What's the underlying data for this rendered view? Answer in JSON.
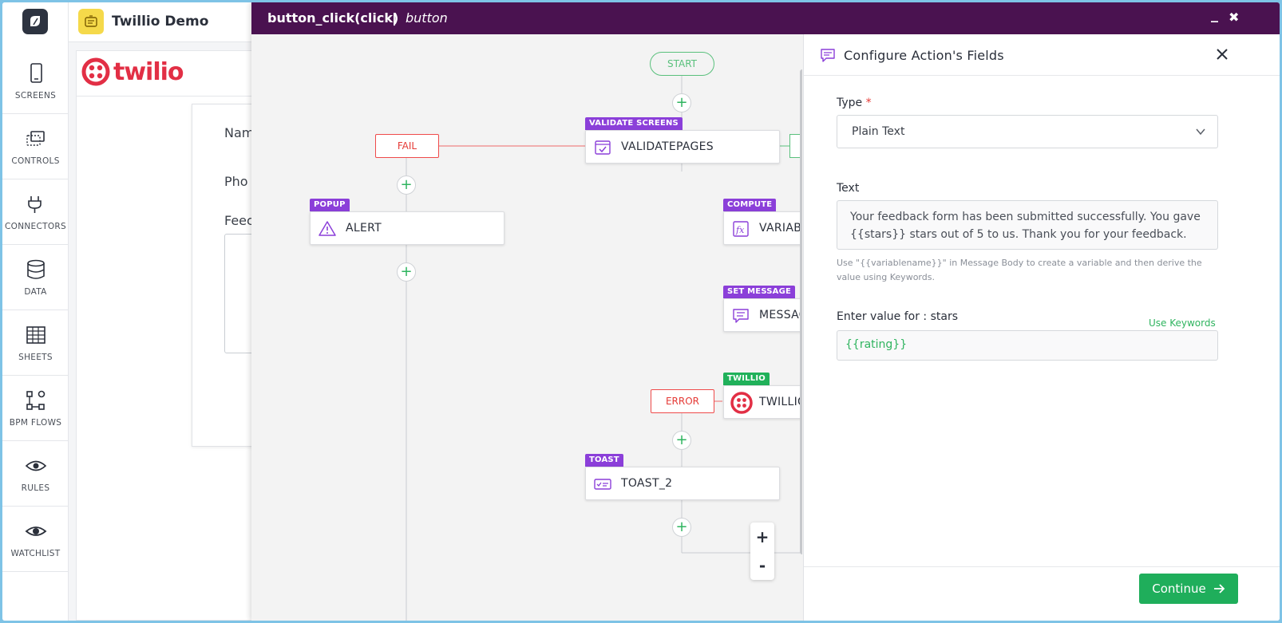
{
  "app": {
    "title": "Twillio Demo"
  },
  "rail": {
    "items": [
      {
        "label": "SCREENS",
        "icon": "phone-icon"
      },
      {
        "label": "CONTROLS",
        "icon": "controls-icon"
      },
      {
        "label": "CONNECTORS",
        "icon": "plug-icon"
      },
      {
        "label": "DATA",
        "icon": "database-icon"
      },
      {
        "label": "SHEETS",
        "icon": "table-icon"
      },
      {
        "label": "BPM FLOWS",
        "icon": "flow-icon"
      },
      {
        "label": "RULES",
        "icon": "eye-icon"
      },
      {
        "label": "WATCHLIST",
        "icon": "eye-icon"
      }
    ]
  },
  "design": {
    "logo_text": "twilio",
    "labels": [
      "Nam",
      "Pho",
      "Feec"
    ]
  },
  "modal": {
    "title": "button_click(click)",
    "separator": "|",
    "subtitle": "button",
    "minimize": "_",
    "close": "✖"
  },
  "flow": {
    "start": "START",
    "fail": "FAIL",
    "error": "ERROR",
    "nodes": {
      "validate": {
        "tag": "VALIDATE SCREENS",
        "label": "VALIDATEPAGES"
      },
      "alert": {
        "tag": "POPUP",
        "label": "ALERT"
      },
      "compute": {
        "tag": "COMPUTE",
        "label": "VARIAB"
      },
      "message": {
        "tag": "SET MESSAGE",
        "label": "MESSAG"
      },
      "twillio": {
        "tag": "TWILLIO",
        "label": "TWILLIC"
      },
      "toast": {
        "tag": "TOAST",
        "label": "TOAST_2"
      }
    },
    "zoom_in": "+",
    "zoom_out": "-"
  },
  "panel": {
    "title": "Configure Action's Fields",
    "type_label": "Type",
    "required_mark": "*",
    "type_value": "Plain Text",
    "text_label": "Text",
    "text_value": "Your feedback form has been submitted successfully. You gave {{stars}} stars out of 5 to us. Thank you for your feedback.",
    "hint": "Use \"{{variablename}}\" in Message Body to create a variable and then derive the value using Keywords.",
    "value_label": "Enter value for : stars",
    "keywords_link": "Use Keywords",
    "value_input": "{{rating}}",
    "continue": "Continue"
  },
  "colors": {
    "header": "#4a1250",
    "accent": "#1fae5b",
    "tag_purple": "#8b3fd9",
    "tag_green": "#20b15a",
    "error_red": "#e53935"
  }
}
